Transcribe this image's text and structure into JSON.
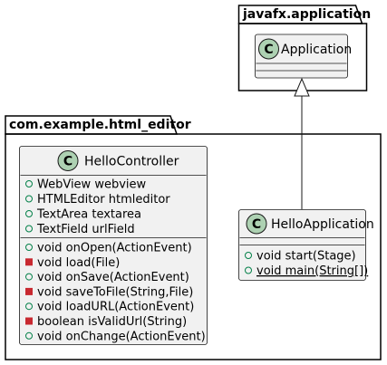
{
  "packages": {
    "javafx": {
      "label": "javafx.application"
    },
    "example": {
      "label": "com.example.html_editor"
    }
  },
  "classes": {
    "application": {
      "badge": "C",
      "name": "Application",
      "attributes": [],
      "methods": []
    },
    "hello_controller": {
      "badge": "C",
      "name": "HelloController",
      "attributes": [
        {
          "visibility": "public",
          "text": "WebView webview"
        },
        {
          "visibility": "public",
          "text": "HTMLEditor htmleditor"
        },
        {
          "visibility": "public",
          "text": "TextArea textarea"
        },
        {
          "visibility": "public",
          "text": "TextField urlField"
        }
      ],
      "methods": [
        {
          "visibility": "public",
          "text": "void onOpen(ActionEvent)"
        },
        {
          "visibility": "private",
          "text": "void load(File)"
        },
        {
          "visibility": "public",
          "text": "void onSave(ActionEvent)"
        },
        {
          "visibility": "private",
          "text": "void saveToFile(String,File)"
        },
        {
          "visibility": "public",
          "text": "void loadURL(ActionEvent)"
        },
        {
          "visibility": "private",
          "text": "boolean isValidUrl(String)"
        },
        {
          "visibility": "public",
          "text": "void onChange(ActionEvent)"
        }
      ]
    },
    "hello_application": {
      "badge": "C",
      "name": "HelloApplication",
      "attributes": [],
      "methods": [
        {
          "visibility": "public",
          "text": "void start(Stage)",
          "static": false
        },
        {
          "visibility": "public",
          "text": "void main(String[])",
          "static": true
        }
      ]
    }
  },
  "relations": [
    {
      "type": "inheritance",
      "from": "HelloApplication",
      "to": "Application"
    }
  ],
  "colors": {
    "badge_fill": "#ADD1B2",
    "class_fill": "#F1F1F1",
    "border": "#181818",
    "public_marker": "#84BE84",
    "private_marker": "#C82930"
  }
}
